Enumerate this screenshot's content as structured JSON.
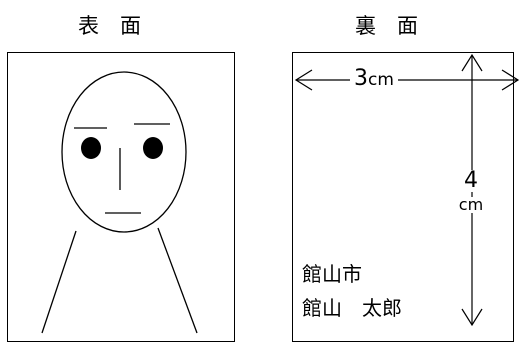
{
  "front": {
    "heading": "表　面"
  },
  "back": {
    "heading": "裏　面",
    "width_dimension": {
      "value": "3",
      "unit": "cm"
    },
    "height_dimension": {
      "value": "4",
      "unit": "cm"
    },
    "city": "館山市",
    "name": "館山　太郎"
  }
}
